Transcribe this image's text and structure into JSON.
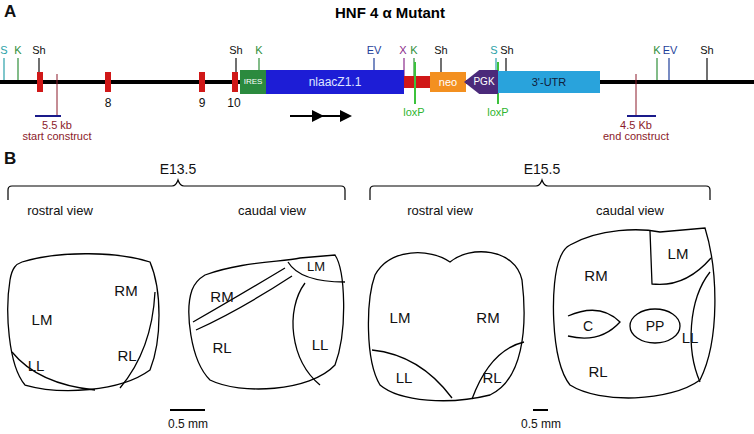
{
  "diagram": {
    "title": "HNF 4 α Mutant",
    "nodes": [
      {
        "text": [
          "IRES"
        ]
      },
      {
        "text": [
          "nlaacZ1.1"
        ]
      },
      {
        "text": [
          "neo"
        ]
      },
      {
        "text": [
          "PGK"
        ]
      },
      {
        "text": [
          "3'-UTR"
        ]
      }
    ],
    "labels": [
      "A",
      "S",
      "K",
      "Sh",
      "Sh",
      "K",
      "EV",
      "X",
      "K",
      "Sh",
      "S",
      "Sh",
      "K",
      "EV",
      "Sh",
      "8",
      "9",
      "10",
      "5.5 kb",
      "start construct",
      "loxP",
      "loxP",
      "4.5 Kb",
      "end construct",
      "B",
      "E13.5",
      "rostral view",
      "caudal view",
      "LM",
      "RM",
      "LL",
      "RL",
      "LM",
      "RM",
      "RL",
      "LL",
      "0.5 mm",
      "E15.5",
      "rostral view",
      "caudal view",
      "LM",
      "RM",
      "LL",
      "RL",
      "LM",
      "RM",
      "C",
      "PP",
      "RL",
      "LL",
      "0.5 mm"
    ]
  }
}
